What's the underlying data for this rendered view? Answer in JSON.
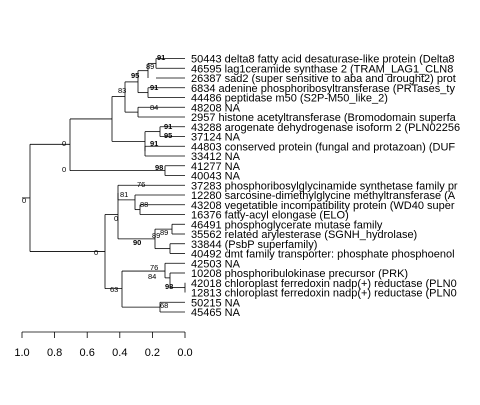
{
  "tree": {
    "leaves": [
      "50443 delta8 fatty acid desaturase-like protein (Delta8",
      "46595 lag1ceramide synthase 2 (TRAM_LAG1_CLN8",
      "26387 sad2 (super sensitive to aba and drought2) prot",
      "6834 adenine phosphoribosyltransferase (PRTases_ty",
      "44486 peptidase m50 (S2P-M50_like_2)",
      "48208 NA",
      "2957 histone acetyltransferase (Bromodomain superfa",
      "43288 arogenate dehydrogenase isoform 2 (PLN02256",
      "37124 NA",
      "44803 conserved protein (fungal and protazoan) (DUF",
      "33412 NA",
      "41277 NA",
      "40043 NA",
      "37283 phosphoribosylglycinamide synthetase family pr",
      "12280 sarcosine-dimethylglycine methyltransferase (A",
      "43208 vegetatible incompatibility protein (WD40 super",
      "16376 fatty-acyl elongase (ELO)",
      "46491 phosphoglycerate mutase family",
      "35562 related arylesterase (SGNH_hydrolase)",
      "33844 (PsbP superfamily)",
      "40492 dmt family transporter: phosphate phosphoenol",
      "42503 NA",
      "10208 phosphoribulokinase precursor (PRK)",
      "42018 chloroplast ferredoxin nadp(+) reductase (PLN0",
      "12813 chloroplast ferredoxin nadp(+) reductase (PLN0",
      "50215 NA",
      "45465 NA"
    ],
    "supports": [
      {
        "value": "91",
        "bold": true
      },
      {
        "value": "89",
        "bold": false
      },
      {
        "value": "95",
        "bold": true
      },
      {
        "value": "91",
        "bold": true
      },
      {
        "value": "83",
        "bold": false
      },
      {
        "value": "84",
        "bold": false
      },
      {
        "value": "91",
        "bold": true
      },
      {
        "value": "95",
        "bold": true
      },
      {
        "value": "91",
        "bold": true
      },
      {
        "value": "0",
        "bold": false
      },
      {
        "value": "98",
        "bold": true
      },
      {
        "value": "0",
        "bold": false
      },
      {
        "value": "76",
        "bold": false
      },
      {
        "value": "81",
        "bold": false
      },
      {
        "value": "88",
        "bold": false
      },
      {
        "value": "0",
        "bold": false
      },
      {
        "value": "89",
        "bold": false
      },
      {
        "value": "90",
        "bold": true
      },
      {
        "value": "89",
        "bold": false
      },
      {
        "value": "0",
        "bold": false
      },
      {
        "value": "98",
        "bold": true
      },
      {
        "value": "84",
        "bold": false
      },
      {
        "value": "76",
        "bold": false
      },
      {
        "value": "63",
        "bold": false
      },
      {
        "value": "68",
        "bold": false
      }
    ],
    "axis": {
      "ticks": [
        "1.0",
        "0.8",
        "0.6",
        "0.4",
        "0.2",
        "0.0"
      ],
      "tick_values": [
        1.0,
        0.8,
        0.6,
        0.4,
        0.2,
        0.0
      ]
    }
  }
}
